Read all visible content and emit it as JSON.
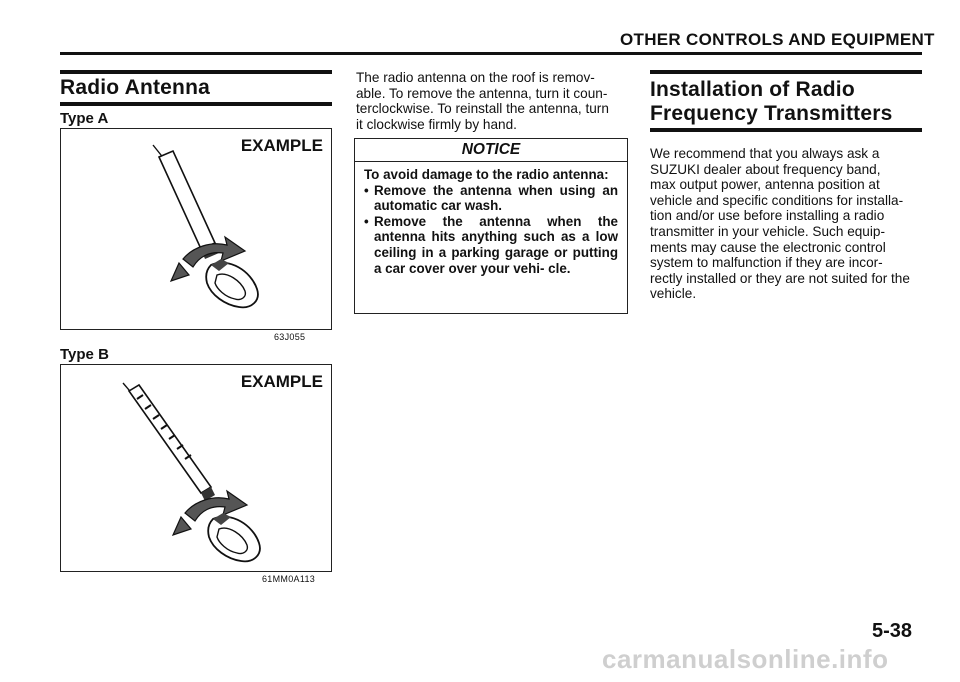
{
  "header": {
    "title": "OTHER CONTROLS AND EQUIPMENT"
  },
  "left": {
    "section_title": "Radio Antenna",
    "type_a": {
      "label": "Type A",
      "figure_label": "EXAMPLE",
      "figure_code": "63J055"
    },
    "type_b": {
      "label": "Type B",
      "figure_label": "EXAMPLE",
      "figure_code": "61MM0A113"
    }
  },
  "middle": {
    "lines": [
      "The radio antenna on the roof is remov-",
      "able. To remove the antenna, turn it coun-",
      "terclockwise. To reinstall the antenna, turn",
      "it clockwise firmly by hand."
    ],
    "notice": {
      "title": "NOTICE",
      "lead": "To avoid damage to the radio antenna:",
      "items": [
        "Remove the antenna when using an automatic car wash.",
        "Remove the antenna when the antenna hits anything such as a low ceiling in a parking garage or putting a car cover over your vehi- cle."
      ]
    }
  },
  "right": {
    "title_line1": "Installation of Radio",
    "title_line2": "Frequency Transmitters",
    "lines": [
      "We recommend that you always ask a",
      "SUZUKI dealer about frequency band,",
      "max output power, antenna position at",
      "vehicle and specific conditions for installa-",
      "tion and/or use before installing a radio",
      "transmitter in your vehicle. Such equip-",
      "ments may cause the electronic control",
      "system to malfunction if they are incor-",
      "rectly installed or they are not suited for the",
      "vehicle."
    ]
  },
  "footer": {
    "page_number": "5-38",
    "watermark": "carmanualsonline.info"
  }
}
